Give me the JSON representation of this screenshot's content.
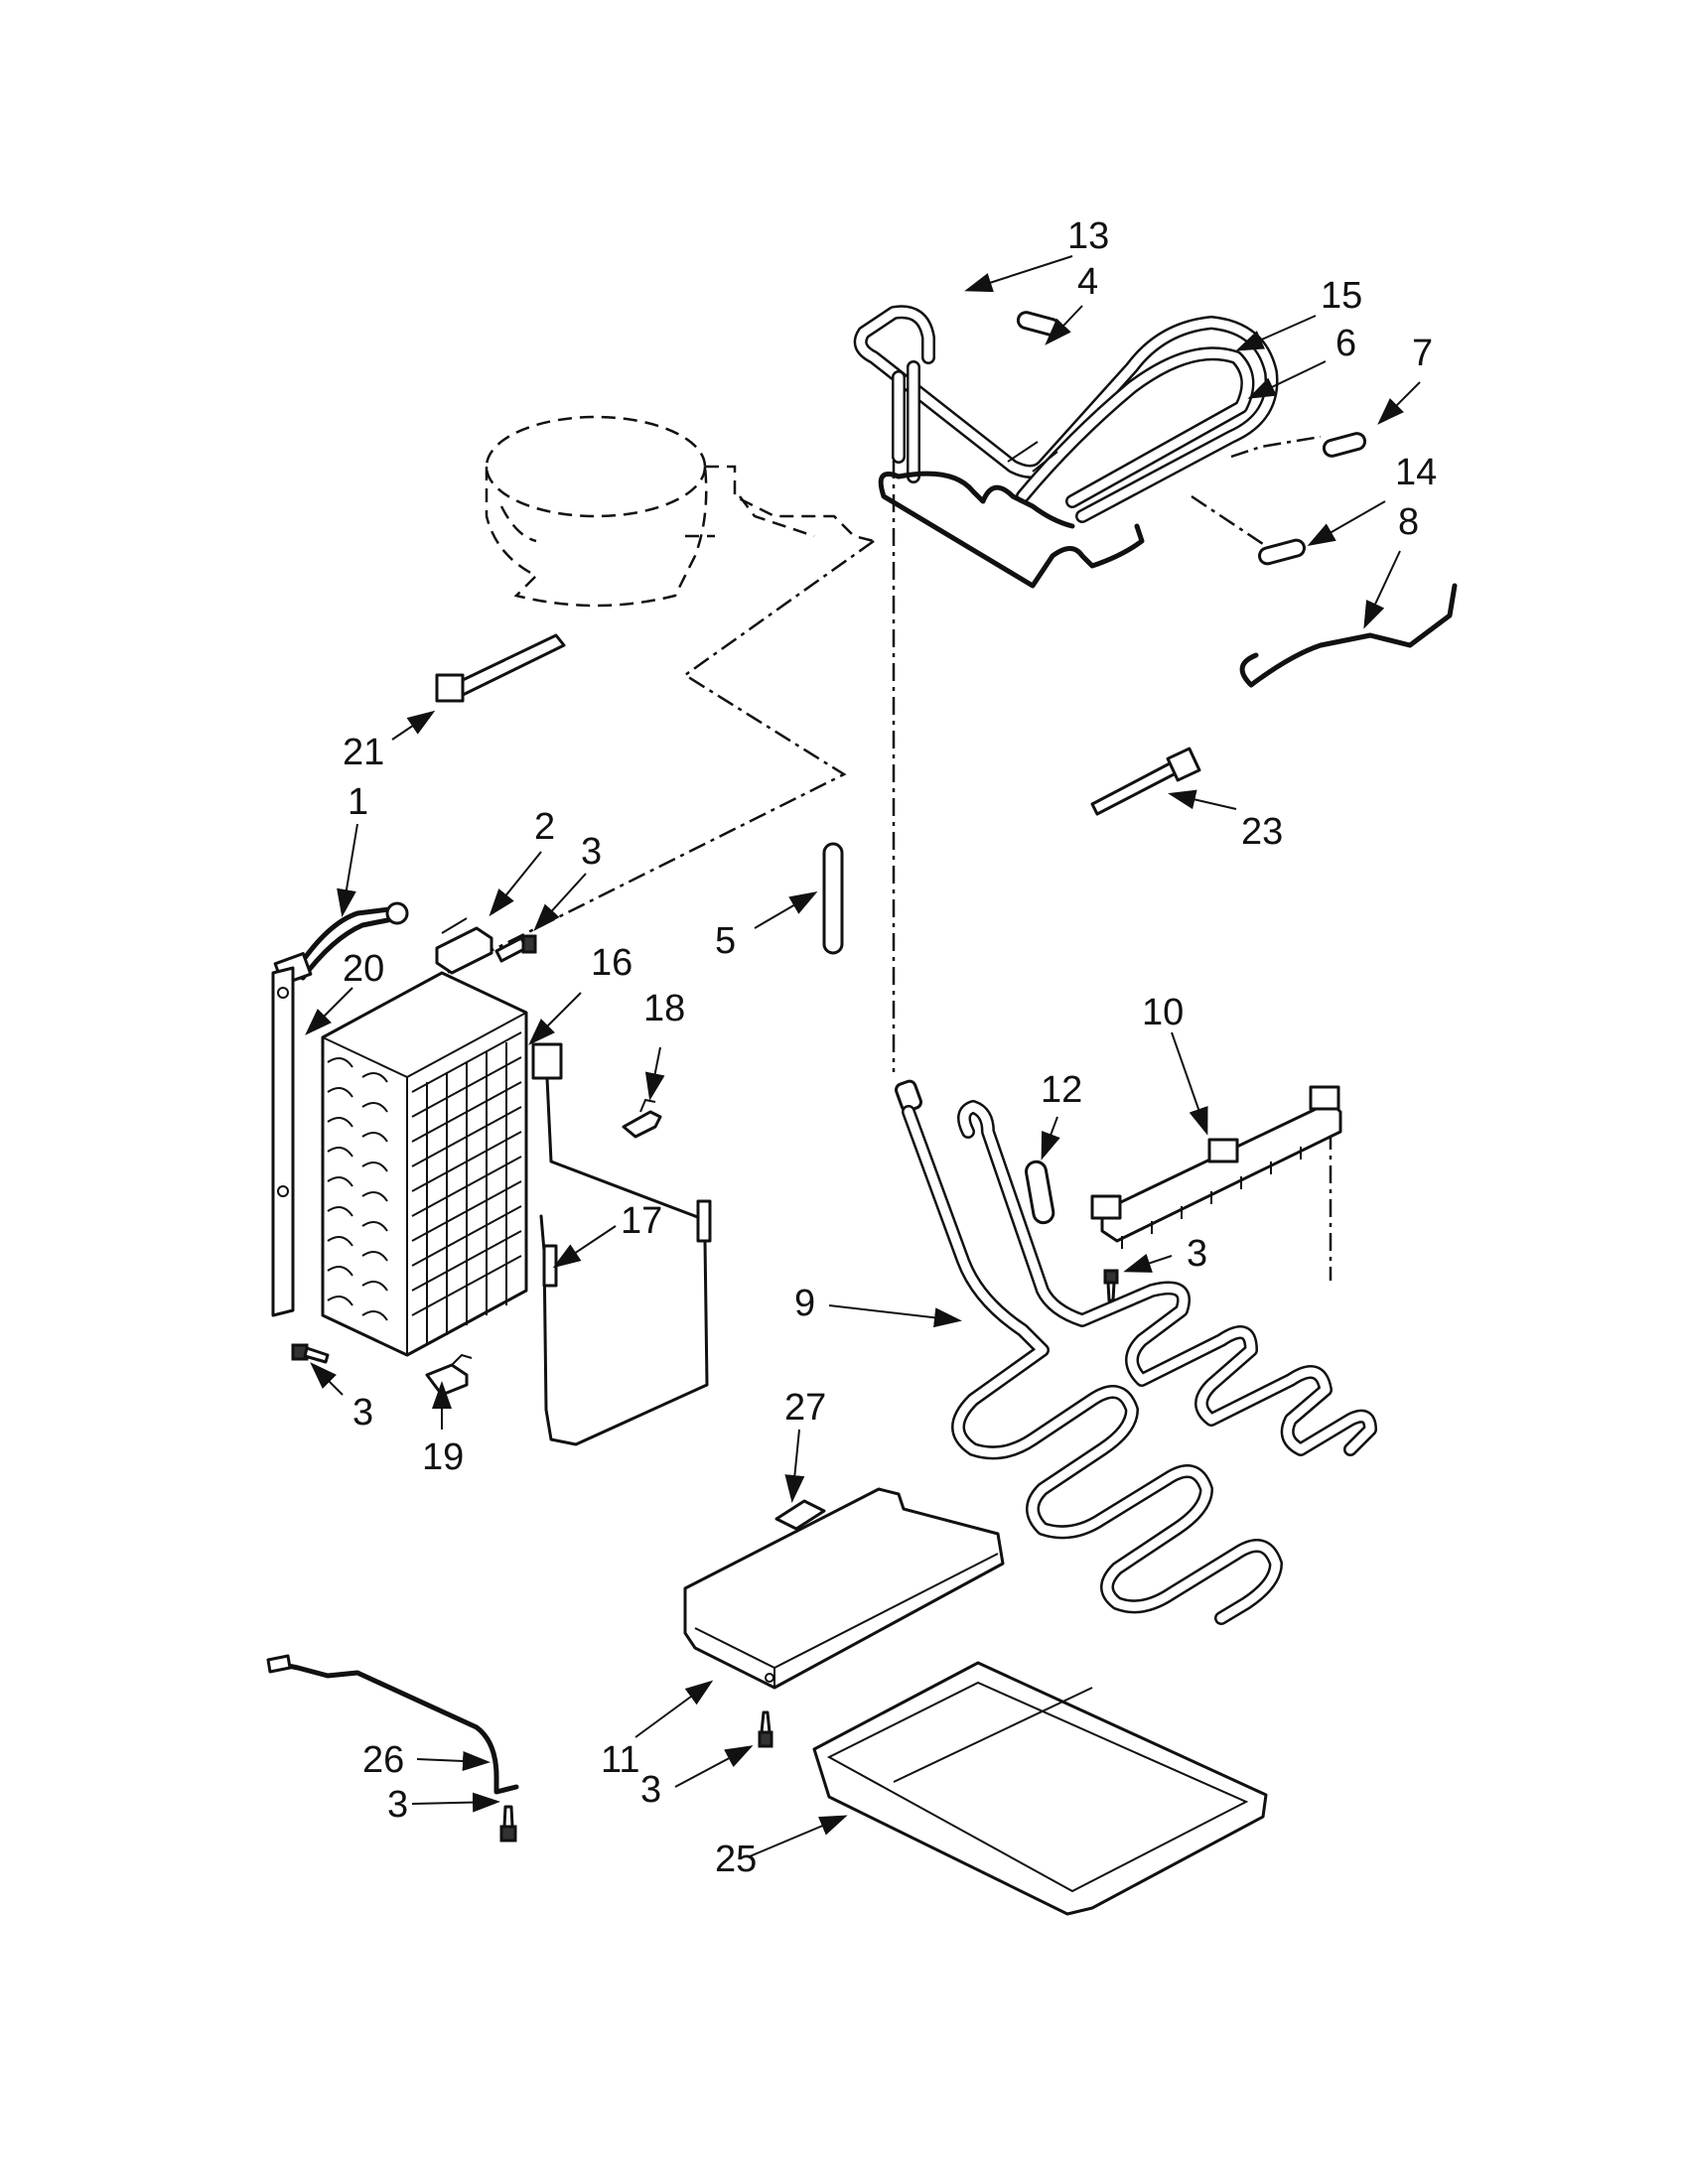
{
  "diagram": {
    "callouts": [
      {
        "id": "c13",
        "label": "13"
      },
      {
        "id": "c4",
        "label": "4"
      },
      {
        "id": "c15",
        "label": "15"
      },
      {
        "id": "c6",
        "label": "6"
      },
      {
        "id": "c7",
        "label": "7"
      },
      {
        "id": "c14",
        "label": "14"
      },
      {
        "id": "c8",
        "label": "8"
      },
      {
        "id": "c21",
        "label": "21"
      },
      {
        "id": "c23",
        "label": "23"
      },
      {
        "id": "c1",
        "label": "1"
      },
      {
        "id": "c2",
        "label": "2"
      },
      {
        "id": "c3a",
        "label": "3"
      },
      {
        "id": "c5",
        "label": "5"
      },
      {
        "id": "c20",
        "label": "20"
      },
      {
        "id": "c16",
        "label": "16"
      },
      {
        "id": "c18",
        "label": "18"
      },
      {
        "id": "c10",
        "label": "10"
      },
      {
        "id": "c12",
        "label": "12"
      },
      {
        "id": "c3b",
        "label": "3"
      },
      {
        "id": "c17",
        "label": "17"
      },
      {
        "id": "c9",
        "label": "9"
      },
      {
        "id": "c3c",
        "label": "3"
      },
      {
        "id": "c19",
        "label": "19"
      },
      {
        "id": "c27",
        "label": "27"
      },
      {
        "id": "c11",
        "label": "11"
      },
      {
        "id": "c26",
        "label": "26"
      },
      {
        "id": "c3d",
        "label": "3"
      },
      {
        "id": "c3e",
        "label": "3"
      },
      {
        "id": "c25",
        "label": "25"
      }
    ]
  }
}
